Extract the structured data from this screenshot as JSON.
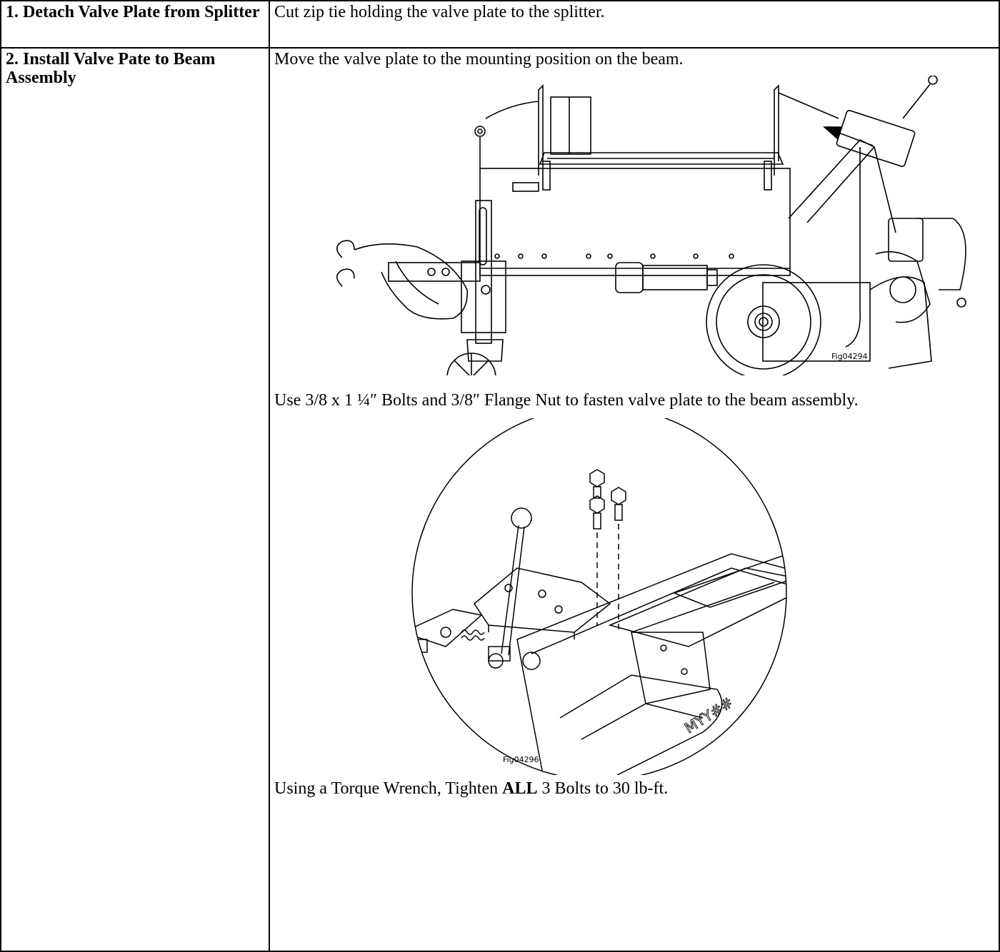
{
  "steps": [
    {
      "title": "1. Detach Valve Plate from Splitter",
      "text": "Cut zip tie holding the valve plate to the splitter."
    },
    {
      "title": "2. Install Valve Pate to Beam Assembly",
      "text_1": "Move the valve plate to the mounting position on the beam.",
      "text_2": "Use 3/8 x 1 ¼″  Bolts and 3/8″ Flange Nut to fasten valve plate to the beam assembly.",
      "text_3_pre": "Using a Torque Wrench, Tighten ",
      "text_3_bold": "ALL",
      "text_3_post": " 3 Bolts to 30 lb-ft."
    }
  ],
  "figures": {
    "fig1_label": "Fig04294",
    "fig2_label": "Fig04296",
    "fig2_stamp": "MYY##"
  }
}
